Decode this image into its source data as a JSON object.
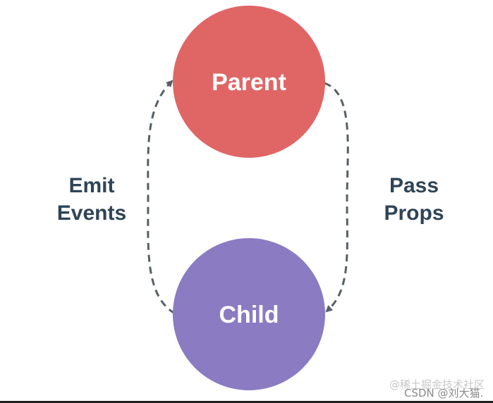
{
  "diagram": {
    "nodes": {
      "parent": {
        "label": "Parent",
        "color": "#e06666"
      },
      "child": {
        "label": "Child",
        "color": "#8b7bc2"
      }
    },
    "edges": {
      "left": {
        "label_line1": "Emit",
        "label_line2": "Events"
      },
      "right": {
        "label_line1": "Pass",
        "label_line2": "Props"
      }
    },
    "edge_color": "#555f66",
    "label_color": "#2f4456"
  },
  "watermark": {
    "primary": "CSDN @刘大猫.",
    "secondary": "@稀土掘金技术社区"
  }
}
